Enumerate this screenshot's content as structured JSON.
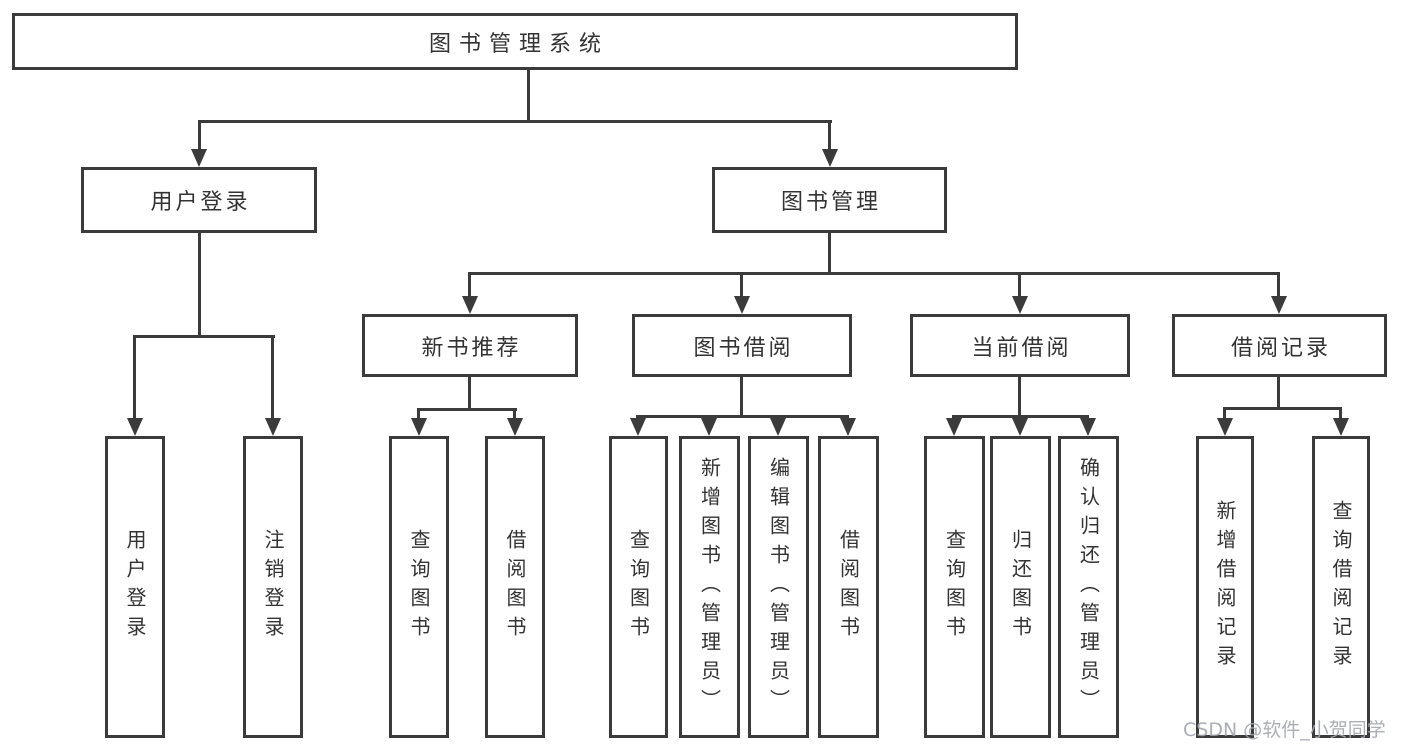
{
  "diagram": {
    "type": "hierarchy-tree",
    "root": {
      "label": "图书管理系统",
      "children": [
        {
          "label": "用户登录",
          "children": [
            {
              "label": "用户登录"
            },
            {
              "label": "注销登录"
            }
          ]
        },
        {
          "label": "图书管理",
          "children": [
            {
              "label": "新书推荐",
              "children": [
                {
                  "label": "查询图书"
                },
                {
                  "label": "借阅图书"
                }
              ]
            },
            {
              "label": "图书借阅",
              "children": [
                {
                  "label": "查询图书"
                },
                {
                  "label": "新增图书（管理员）"
                },
                {
                  "label": "编辑图书（管理员）"
                },
                {
                  "label": "借阅图书"
                }
              ]
            },
            {
              "label": "当前借阅",
              "children": [
                {
                  "label": "查询图书"
                },
                {
                  "label": "归还图书"
                },
                {
                  "label": "确认归还（管理员）"
                }
              ]
            },
            {
              "label": "借阅记录",
              "children": [
                {
                  "label": "新增借阅记录"
                },
                {
                  "label": "查询借阅记录"
                }
              ]
            }
          ]
        }
      ]
    }
  },
  "watermark": {
    "text": "CSDN @软件_小贺同学"
  },
  "colors": {
    "line": "#3b3b3b",
    "box_border": "#3b3b3b",
    "text": "#333333",
    "background": "#ffffff",
    "watermark": "#a2a6ae"
  }
}
